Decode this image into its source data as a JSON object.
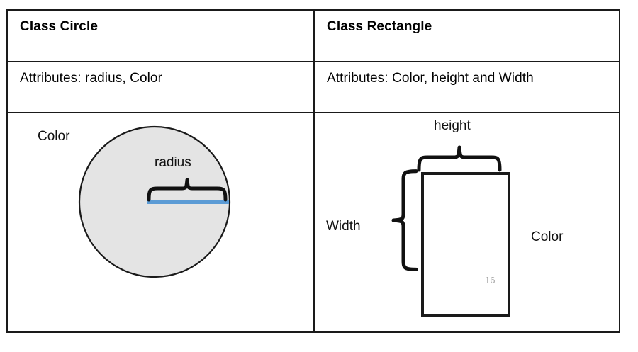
{
  "table": {
    "columns": [
      {
        "key": "circle",
        "header": "Class Circle",
        "attributes": "Attributes: radius, Color"
      },
      {
        "key": "rectangle",
        "header": "Class Rectangle",
        "attributes": "Attributes: Color, height and Width"
      }
    ]
  },
  "circle_figure": {
    "color_label": "Color",
    "radius_label": "radius",
    "fill_color": "#E4E4E4",
    "stroke_color": "#1a1a1a",
    "radius_line_color": "#5B9BD5"
  },
  "rectangle_figure": {
    "height_label": "height",
    "width_label": "Width",
    "color_label": "Color",
    "inner_number": "16",
    "inner_number_color": "#A6A6A6",
    "fill_color": "#FFFFFF",
    "stroke_color": "#1a1a1a"
  }
}
